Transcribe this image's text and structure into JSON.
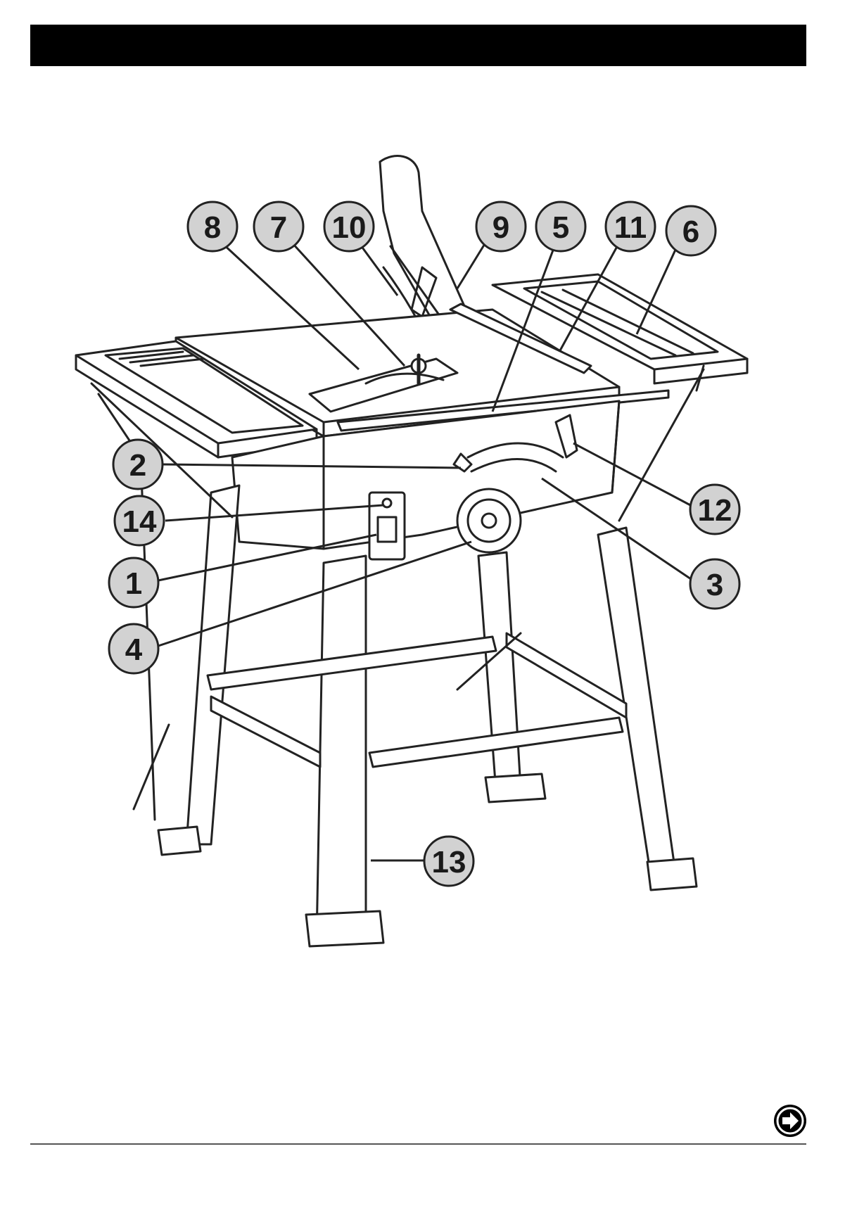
{
  "callouts": [
    {
      "label": "8"
    },
    {
      "label": "7"
    },
    {
      "label": "10"
    },
    {
      "label": "9"
    },
    {
      "label": "5"
    },
    {
      "label": "11"
    },
    {
      "label": "6"
    },
    {
      "label": "2"
    },
    {
      "label": "14"
    },
    {
      "label": "1"
    },
    {
      "label": "4"
    },
    {
      "label": "12"
    },
    {
      "label": "3"
    },
    {
      "label": "13"
    }
  ],
  "colors": {
    "header": "#000000",
    "callout_fill": "#d2d2d2",
    "line": "#222222"
  },
  "icons": {
    "next": "arrow-right-circle-icon"
  }
}
